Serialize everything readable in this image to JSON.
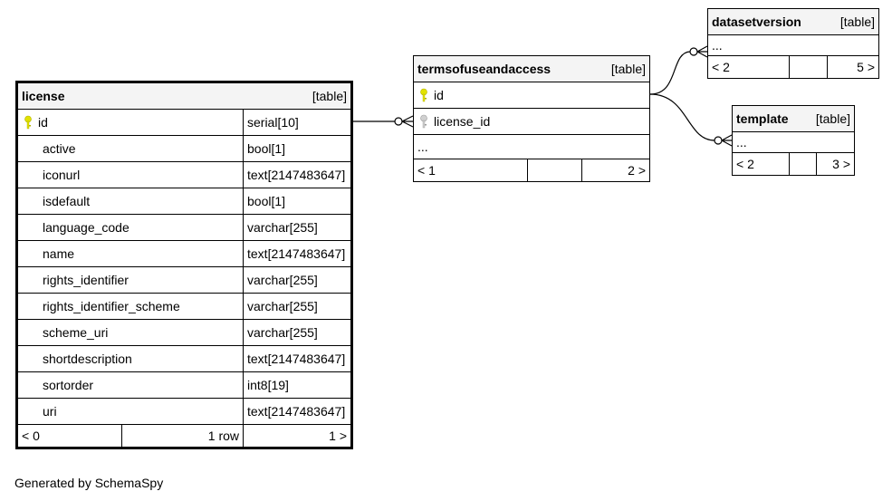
{
  "license": {
    "name": "license",
    "type": "[table]",
    "columns": [
      {
        "name": "id",
        "type": "serial[10]"
      },
      {
        "name": "active",
        "type": "bool[1]"
      },
      {
        "name": "iconurl",
        "type": "text[2147483647]"
      },
      {
        "name": "isdefault",
        "type": "bool[1]"
      },
      {
        "name": "language_code",
        "type": "varchar[255]"
      },
      {
        "name": "name",
        "type": "text[2147483647]"
      },
      {
        "name": "rights_identifier",
        "type": "varchar[255]"
      },
      {
        "name": "rights_identifier_scheme",
        "type": "varchar[255]"
      },
      {
        "name": "scheme_uri",
        "type": "varchar[255]"
      },
      {
        "name": "shortdescription",
        "type": "text[2147483647]"
      },
      {
        "name": "sortorder",
        "type": "int8[19]"
      },
      {
        "name": "uri",
        "type": "text[2147483647]"
      }
    ],
    "nav": {
      "left": "< 0",
      "mid": "1 row",
      "right": "1 >"
    }
  },
  "terms": {
    "name": "termsofuseandaccess",
    "type": "[table]",
    "columns": [
      "id",
      "license_id"
    ],
    "more": "...",
    "nav": {
      "left": "< 1",
      "right": "2 >"
    }
  },
  "datasetversion": {
    "name": "datasetversion",
    "type": "[table]",
    "more": "...",
    "nav": {
      "left": "< 2",
      "right": "5 >"
    }
  },
  "template": {
    "name": "template",
    "type": "[table]",
    "more": "...",
    "nav": {
      "left": "< 2",
      "right": "3 >"
    }
  },
  "footer": "Generated by SchemaSpy",
  "colors": {
    "primary_key": "#e2e200",
    "foreign_key": "#b4b4b4",
    "header_bg": "#f4f4f4"
  }
}
